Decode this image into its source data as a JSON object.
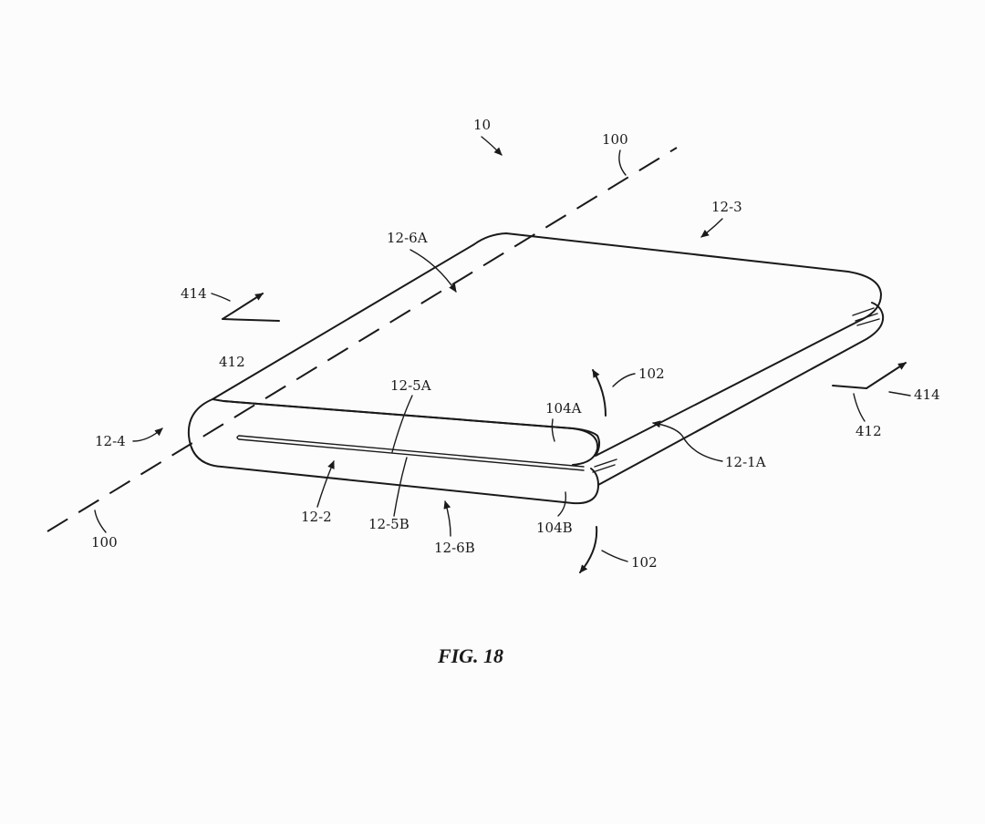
{
  "figure": {
    "caption": "FIG. 18"
  },
  "labels": {
    "device": "10",
    "axis_top": "100",
    "axis_bottom": "100",
    "edge_back": "12-3",
    "surface_top": "12-6A",
    "surface_bottom": "12-6B",
    "hinge_left": "12-4",
    "front_top": "12-5A",
    "front_bottom": "12-5B",
    "front_edge": "12-2",
    "right_edge": "12-1A",
    "section_left_arrow": "414",
    "section_left_line": "412",
    "section_right_arrow": "414",
    "section_right_line": "412",
    "rotation_top": "102",
    "rotation_bottom": "102",
    "panel_top": "104A",
    "panel_bottom": "104B"
  }
}
